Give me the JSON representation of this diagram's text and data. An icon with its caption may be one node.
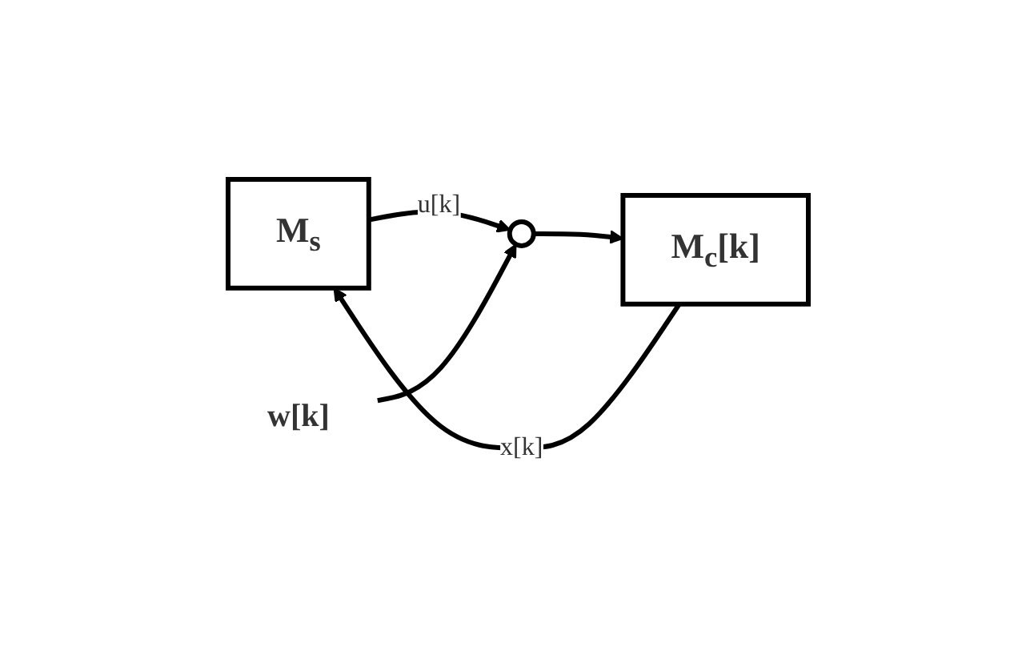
{
  "diagram": {
    "nodes": [
      {
        "text": [
          "M$_{s}$"
        ]
      },
      {
        "text": [
          "w[k]"
        ]
      },
      {
        "text": [],
        "shape": "circle"
      },
      {
        "text": [
          "M$_{c}$[k]"
        ]
      }
    ],
    "edges": [
      {
        "from": 0,
        "to": 2,
        "arrow": "to",
        "label": "u[k]"
      },
      {
        "from": 1,
        "to": 2,
        "arrow": "to"
      },
      {
        "from": 2,
        "to": 3,
        "arrow": "to"
      },
      {
        "from": 3,
        "to": 0,
        "arrow": "to",
        "label": "x[k]"
      }
    ]
  }
}
